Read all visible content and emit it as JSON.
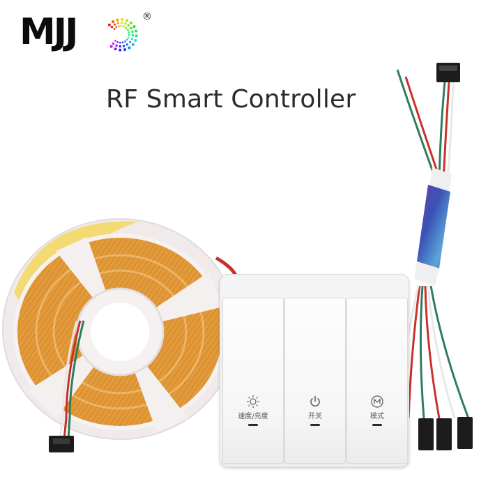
{
  "brand": {
    "logo_text": "MJJ",
    "registered_mark": "®"
  },
  "headline": "RF Smart Controller",
  "switch": {
    "buttons": [
      {
        "label": "速度/亮度",
        "icon": "sun-brightness-icon"
      },
      {
        "label": "开关",
        "icon": "power-icon"
      },
      {
        "label": "模式",
        "icon": "mode-m-icon"
      }
    ]
  },
  "colors": {
    "strip_copper": "#e39a3a",
    "reel_white": "#f3eeee",
    "wire_red": "#c8312c",
    "wire_green": "#2e7d5b",
    "wire_white": "#eeeeee",
    "connector_black": "#1c1c1c",
    "sleeve_blue": "#3b52b5",
    "logo_black": "#0c0c0c"
  }
}
